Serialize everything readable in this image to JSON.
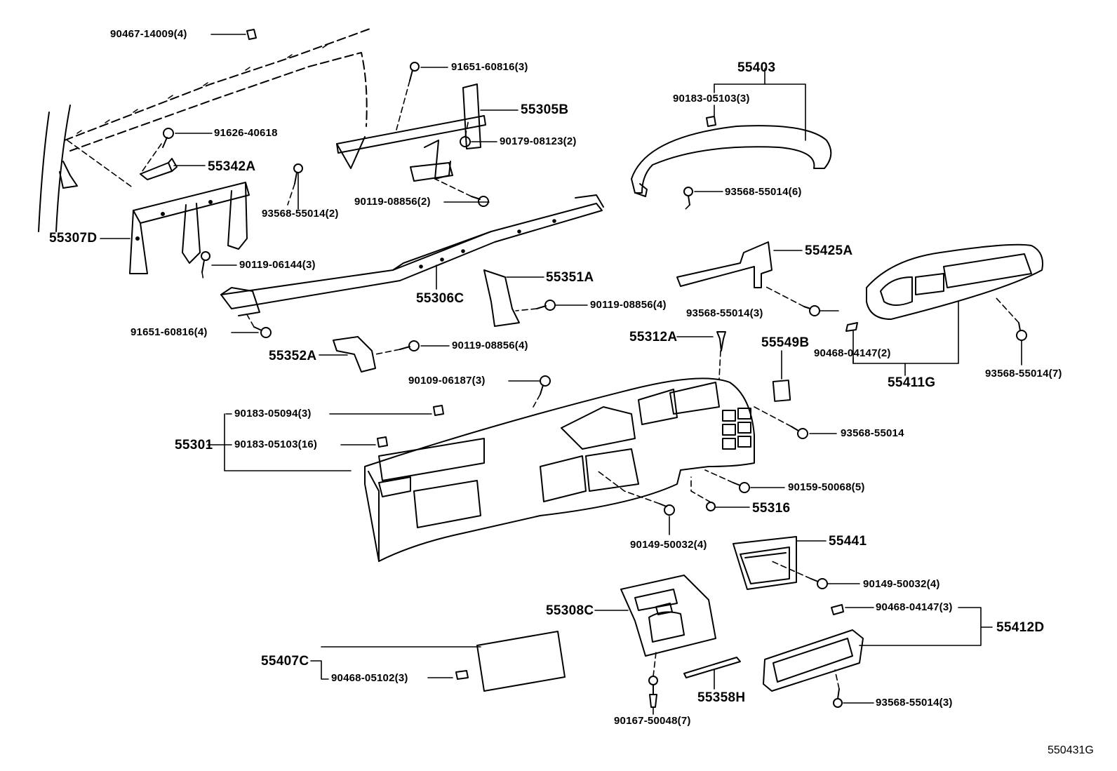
{
  "diagram": {
    "reference_code": "550431G",
    "labels": {
      "l90467": "90467-14009(4)",
      "l91651a": "91651-60816(3)",
      "l55305B": "55305B",
      "l90179": "90179-08123(2)",
      "l91626": "91626-40618",
      "l55342A": "55342A",
      "l93568a": "93568-55014(2)",
      "l90119a": "90119-08856(2)",
      "l55307D": "55307D",
      "l90119b": "90119-06144(3)",
      "l55306C": "55306C",
      "l55351A": "55351A",
      "l90119c": "90119-08856(4)",
      "l91651b": "91651-60816(4)",
      "l55352A": "55352A",
      "l90119d": "90119-08856(4)",
      "l55403": "55403",
      "l90183a": "90183-05103(3)",
      "l93568b": "93568-55014(6)",
      "l55425A": "55425A",
      "l93568c": "93568-55014(3)",
      "l55312A": "55312A",
      "l55549B": "55549B",
      "l90468a": "90468-04147(2)",
      "l55411G": "55411G",
      "l93568d": "93568-55014(7)",
      "l90109": "90109-06187(3)",
      "l90183b": "90183-05094(3)",
      "l55301": "55301",
      "l90183c": "90183-05103(16)",
      "l93568e": "93568-55014",
      "l90159": "90159-50068(5)",
      "l55316": "55316",
      "l90149a": "90149-50032(4)",
      "l55441": "55441",
      "l90149b": "90149-50032(4)",
      "l55308C": "55308C",
      "l90468b": "90468-04147(3)",
      "l55412D": "55412D",
      "l55407C": "55407C",
      "l90468c": "90468-05102(3)",
      "l55358H": "55358H",
      "l93568f": "93568-55014(3)",
      "l90167": "90167-50048(7)"
    }
  }
}
